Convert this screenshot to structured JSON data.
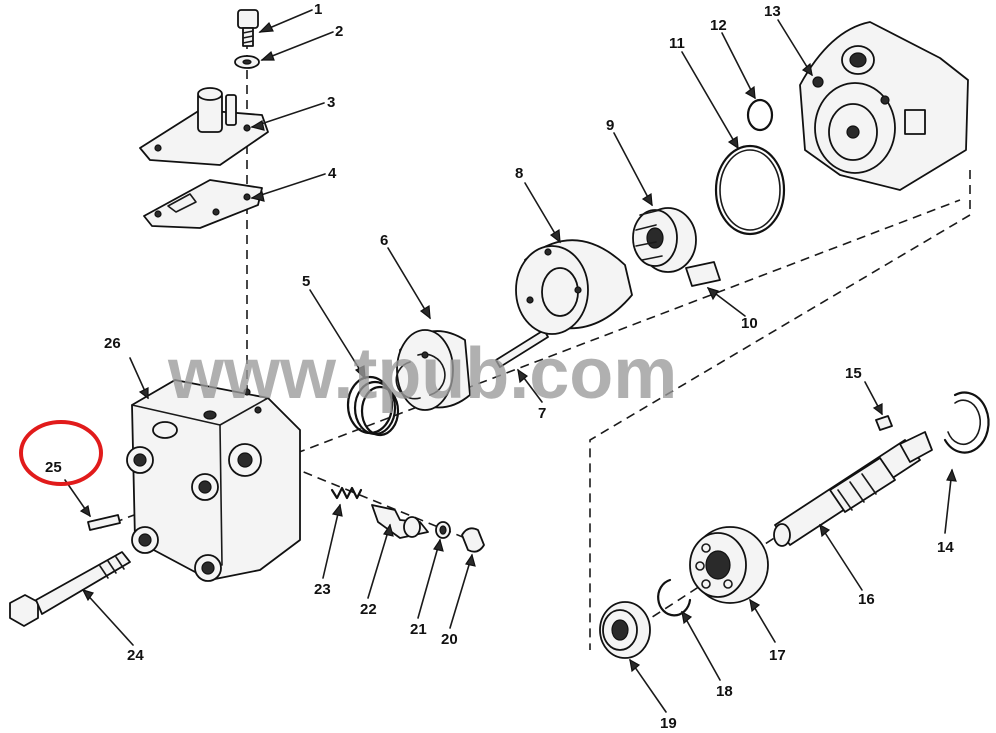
{
  "watermark": "www.tpub.com",
  "highlight_color": "#e11b1b",
  "callouts": [
    {
      "id": "c1",
      "text": "1"
    },
    {
      "id": "c2",
      "text": "2"
    },
    {
      "id": "c3",
      "text": "3"
    },
    {
      "id": "c4",
      "text": "4"
    },
    {
      "id": "c5",
      "text": "5"
    },
    {
      "id": "c6",
      "text": "6"
    },
    {
      "id": "c7",
      "text": "7"
    },
    {
      "id": "c8",
      "text": "8"
    },
    {
      "id": "c9",
      "text": "9"
    },
    {
      "id": "c10",
      "text": "10"
    },
    {
      "id": "c11",
      "text": "11"
    },
    {
      "id": "c12",
      "text": "12"
    },
    {
      "id": "c13",
      "text": "13"
    },
    {
      "id": "c14",
      "text": "14"
    },
    {
      "id": "c15",
      "text": "15"
    },
    {
      "id": "c16",
      "text": "16"
    },
    {
      "id": "c17",
      "text": "17"
    },
    {
      "id": "c18",
      "text": "18"
    },
    {
      "id": "c19",
      "text": "19"
    },
    {
      "id": "c20",
      "text": "20"
    },
    {
      "id": "c21",
      "text": "21"
    },
    {
      "id": "c22",
      "text": "22"
    },
    {
      "id": "c23",
      "text": "23"
    },
    {
      "id": "c24",
      "text": "24"
    },
    {
      "id": "c25",
      "text": "25"
    },
    {
      "id": "c26",
      "text": "26"
    }
  ]
}
